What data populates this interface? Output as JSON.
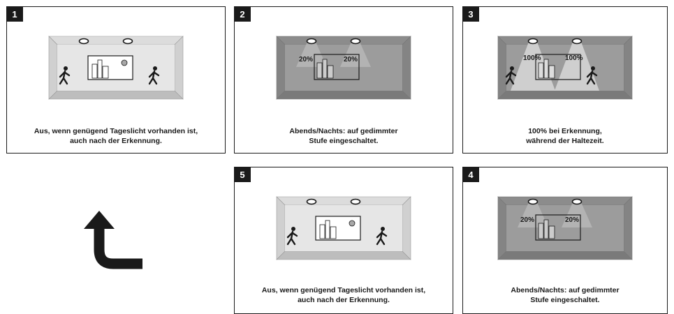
{
  "panels": [
    {
      "number": "1",
      "caption_lines": [
        "Aus, wenn genügend Tageslicht vorhanden ist,",
        "auch nach der Erkennung."
      ],
      "labels": []
    },
    {
      "number": "2",
      "caption_lines": [
        "Abends/Nachts: auf gedimmter",
        "Stufe eingeschaltet."
      ],
      "labels": [
        "20%",
        "20%"
      ]
    },
    {
      "number": "3",
      "caption_lines": [
        "100% bei Erkennung,",
        "während der Haltezeit."
      ],
      "labels": [
        "100%",
        "100%"
      ]
    },
    {
      "number": "5",
      "caption_lines": [
        "Aus, wenn genügend Tageslicht vorhanden ist,",
        "auch nach der Erkennung."
      ],
      "labels": []
    },
    {
      "number": "4",
      "caption_lines": [
        "Abends/Nachts: auf gedimmter",
        "Stufe eingeschaltet."
      ],
      "labels": [
        "20%",
        "20%"
      ]
    }
  ],
  "colors": {
    "ink": "#1a1a1a",
    "day_floor": "#cfcfcf",
    "day_back": "#e6e6e6",
    "night_floor": "#8a8a8a",
    "night_back": "#9c9c9c",
    "beam": "#d8d8d8"
  }
}
